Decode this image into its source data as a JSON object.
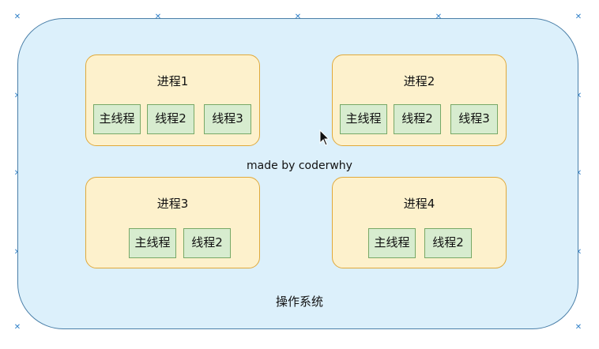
{
  "os_label": "操作系统",
  "watermark": "made by coderwhy",
  "processes": [
    {
      "title": "进程1",
      "threads": [
        "主线程",
        "线程2",
        "线程3"
      ]
    },
    {
      "title": "进程2",
      "threads": [
        "主线程",
        "线程2",
        "线程3"
      ]
    },
    {
      "title": "进程3",
      "threads": [
        "主线程",
        "线程2"
      ]
    },
    {
      "title": "进程4",
      "threads": [
        "主线程",
        "线程2"
      ]
    }
  ],
  "colors": {
    "os_fill": "#dcf0fb",
    "process_fill": "#fdf1cc",
    "process_border": "#e0a93a",
    "thread_fill": "#d7eccf",
    "thread_border": "#77a866"
  }
}
